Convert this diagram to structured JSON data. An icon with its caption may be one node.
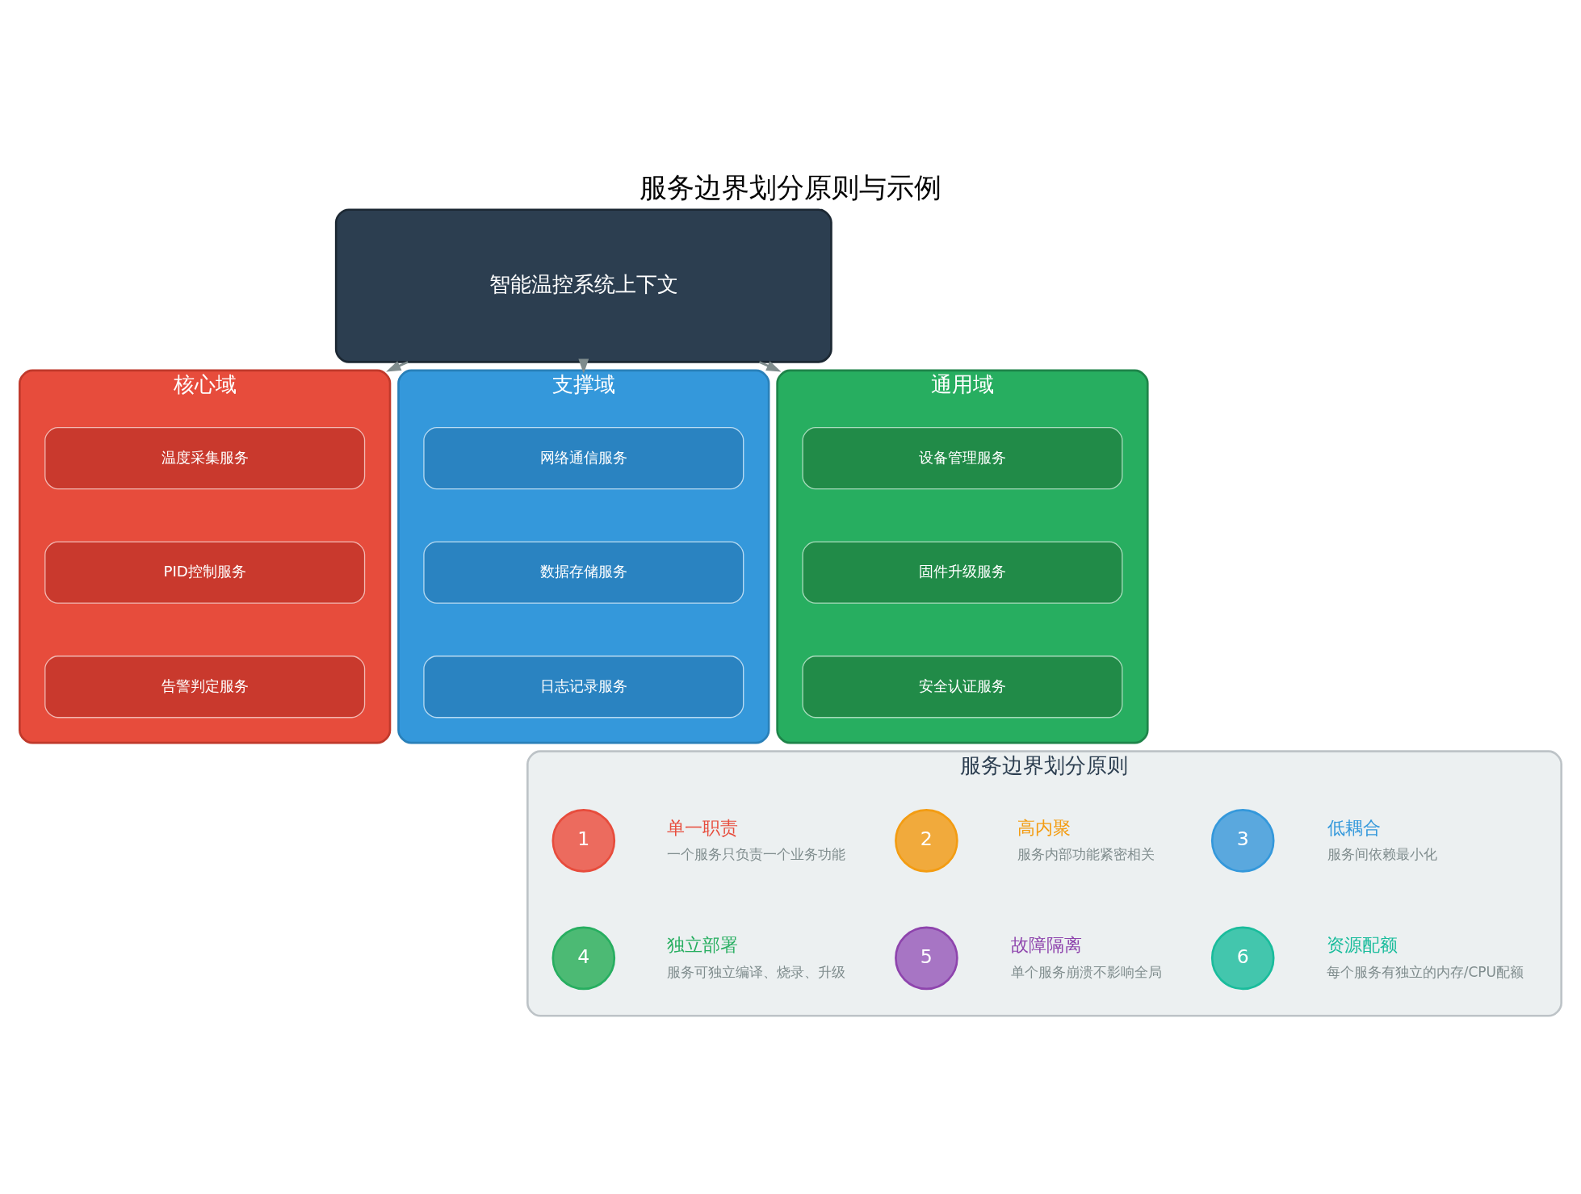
{
  "diagram": {
    "title": "服务边界划分原则与示例",
    "nodes": [
      {
        "text": [
          "智能温控系统上下文"
        ]
      },
      {
        "text": [
          "核心域"
        ]
      },
      {
        "text": [
          "温度采集服务"
        ],
        "in": 1
      },
      {
        "text": [
          "PID控制服务"
        ],
        "in": 1
      },
      {
        "text": [
          "告警判定服务"
        ],
        "in": 1
      },
      {
        "text": [
          "支撑域"
        ]
      },
      {
        "text": [
          "网络通信服务"
        ],
        "in": 5
      },
      {
        "text": [
          "数据存储服务"
        ],
        "in": 5
      },
      {
        "text": [
          "日志记录服务"
        ],
        "in": 5
      },
      {
        "text": [
          "通用域"
        ]
      },
      {
        "text": [
          "设备管理服务"
        ],
        "in": 9
      },
      {
        "text": [
          "固件升级服务"
        ],
        "in": 9
      },
      {
        "text": [
          "安全认证服务"
        ],
        "in": 9
      },
      {
        "text": [
          "服务边界划分原则"
        ]
      },
      {
        "text": [
          "1"
        ],
        "in": 13,
        "beside": [
          "单一职责",
          "一个服务只负责一个业务功能"
        ]
      },
      {
        "text": [
          "2"
        ],
        "in": 13,
        "beside": [
          "高内聚",
          "服务内部功能紧密相关"
        ]
      },
      {
        "text": [
          "3"
        ],
        "in": 13,
        "beside": [
          "低耦合",
          "服务间依赖最小化"
        ]
      },
      {
        "text": [
          "4"
        ],
        "in": 13,
        "beside": [
          "独立部署",
          "服务可独立编译、烧录、升级"
        ]
      },
      {
        "text": [
          "5"
        ],
        "in": 13,
        "beside": [
          "故障隔离",
          "单个服务崩溃不影响全局"
        ]
      },
      {
        "text": [
          "6"
        ],
        "in": 13,
        "beside": [
          "资源配额",
          "每个服务有独立的内存/CPU配额"
        ]
      }
    ],
    "edges": [
      {
        "from": 0,
        "to": 1,
        "arrow": "to"
      },
      {
        "from": 0,
        "to": 5,
        "arrow": "to"
      },
      {
        "from": 0,
        "to": 9,
        "arrow": "to"
      }
    ]
  }
}
